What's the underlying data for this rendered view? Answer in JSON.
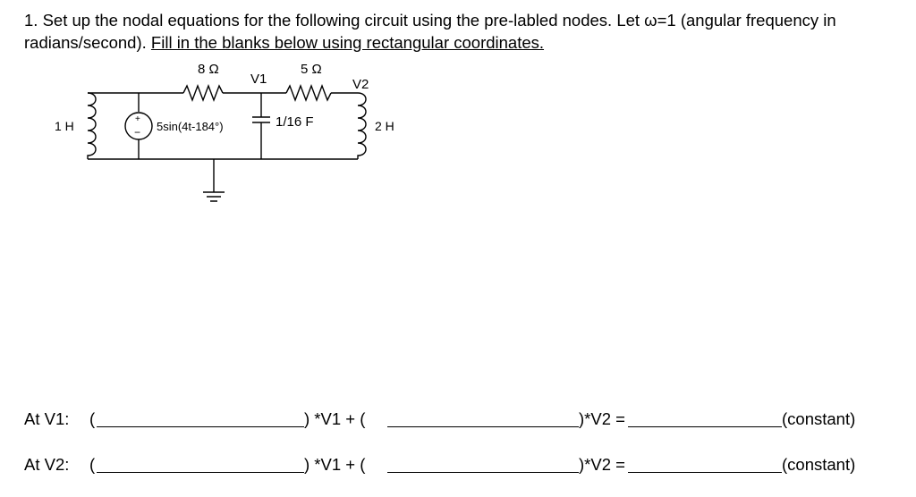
{
  "question": {
    "text_prefix": "1. Set up the nodal equations for the following circuit using the pre-labled nodes. Let ω=1 (angular frequency in radians/second).",
    "text_underlined": "Fill in the blanks below using rectangular coordinates."
  },
  "circuit": {
    "r1_label": "8 Ω",
    "r2_label": "5 Ω",
    "node1_label": "V1",
    "node2_label": "V2",
    "inductor1_label": "1 H",
    "source_label": "5sin(4t-184°)",
    "source_plus": "+",
    "source_minus": "−",
    "capacitor_label": "1/16 F",
    "inductor2_label": "2 H"
  },
  "equations": [
    {
      "label": "At V1:",
      "open1": "(",
      "mid1": ") *V1 + (",
      "mid2": ")*V2 =",
      "end": "(constant)"
    },
    {
      "label": "At V2:",
      "open1": "(",
      "mid1": ") *V1 + (",
      "mid2": ")*V2 =",
      "end": "(constant)"
    }
  ]
}
